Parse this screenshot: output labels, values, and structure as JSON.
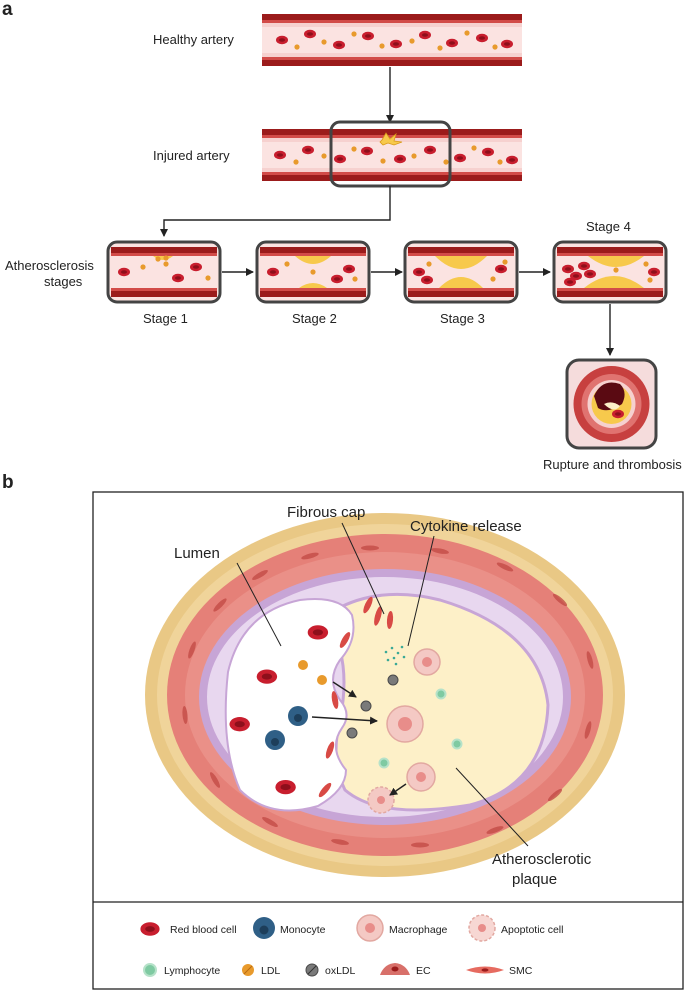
{
  "panel_a": {
    "letter": "a",
    "healthy_label": "Healthy artery",
    "injured_label": "Injured artery",
    "stages_label_1": "Atherosclerosis",
    "stages_label_2": "stages",
    "stage1": "Stage 1",
    "stage2": "Stage 2",
    "stage3": "Stage 3",
    "stage4": "Stage 4",
    "rupture_label": "Rupture and thrombosis"
  },
  "panel_b": {
    "letter": "b",
    "lumen": "Lumen",
    "fibrous_cap": "Fibrous cap",
    "cytokine": "Cytokine release",
    "plaque_1": "Atherosclerotic",
    "plaque_2": "plaque"
  },
  "legend": {
    "rbc": "Red blood cell",
    "monocyte": "Monocyte",
    "macrophage": "Macrophage",
    "apoptotic": "Apoptotic cell",
    "lymphocyte": "Lymphocyte",
    "ldl": "LDL",
    "oxldl": "oxLDL",
    "ec": "EC",
    "smc": "SMC"
  },
  "colors": {
    "vessel_wall": "#9b1b1b",
    "vessel_light": "#f6d1cf",
    "rbc": "#c81e2e",
    "ldl": "#e89a2c",
    "plaque": "#f7c94c",
    "plaque_core": "#fdf0c8",
    "media": "#e58078",
    "adventitia": "#e9c885",
    "intima": "#c7a5d6",
    "monocyte": "#2f5f86",
    "lymphocyte": "#7fcaa2",
    "oxldl": "#6e6e6e",
    "frame": "#444444"
  }
}
